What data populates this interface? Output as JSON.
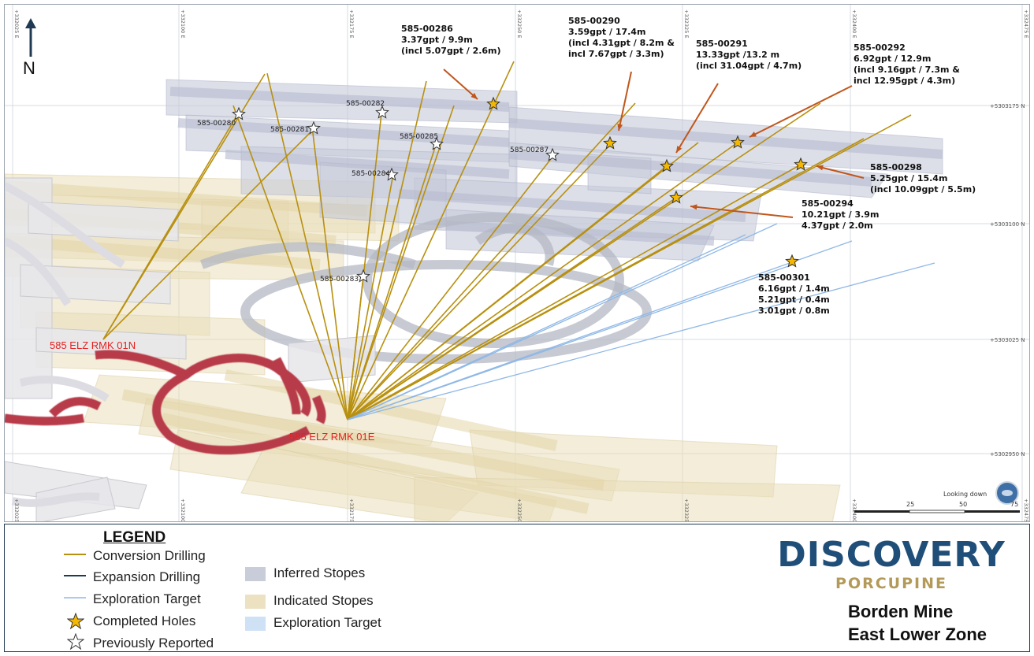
{
  "map": {
    "north_label": "N",
    "easting_labels": [
      "+332025 E",
      "+332100 E",
      "+332175 E",
      "+332250 E",
      "+332325 E",
      "+332400 E",
      "+332475 E"
    ],
    "northing_labels": [
      "+5303175 N",
      "+5303100 N",
      "+5303025 N",
      "+5302950 N"
    ],
    "ramps": [
      {
        "id": "rmk01n",
        "label": "585  ELZ RMK 01N"
      },
      {
        "id": "rmk01e",
        "label": "585  ELZ RMK 01E"
      }
    ],
    "previously_reported": [
      "585-00280",
      "585-00281",
      "585-00282",
      "585-00283",
      "585-00284",
      "585-00285",
      "585-00287"
    ],
    "completed_holes": [
      {
        "id": "585-00286",
        "lines": [
          "585-00286",
          "3.37gpt / 9.9m",
          "(incl 5.07gpt / 2.6m)"
        ]
      },
      {
        "id": "585-00290",
        "lines": [
          "585-00290",
          "3.59gpt / 17.4m",
          "(incl 4.31gpt / 8.2m &",
          "incl 7.67gpt / 3.3m)"
        ]
      },
      {
        "id": "585-00291",
        "lines": [
          "585-00291",
          "13.33gpt /13.2 m",
          "(incl 31.04gpt / 4.7m)"
        ]
      },
      {
        "id": "585-00292",
        "lines": [
          "585-00292",
          "6.92gpt / 12.9m",
          "(incl 9.16gpt / 7.3m &",
          "incl 12.95gpt / 4.3m)"
        ]
      },
      {
        "id": "585-00298",
        "lines": [
          "585-00298",
          "5.25gpt / 15.4m",
          "(incl 10.09gpt / 5.5m)"
        ]
      },
      {
        "id": "585-00294",
        "lines": [
          "585-00294",
          "10.21gpt / 3.9m",
          "4.37gpt / 2.0m"
        ]
      },
      {
        "id": "585-00301",
        "lines": [
          "585-00301",
          "6.16gpt / 1.4m",
          "5.21gpt / 0.4m",
          "3.01gpt / 0.8m"
        ]
      }
    ],
    "view_label": "Looking down",
    "scale_labels": [
      "25",
      "50",
      "75"
    ]
  },
  "legend": {
    "title": "LEGEND",
    "lines": [
      {
        "label": "Conversion Drilling",
        "color": "#b8900f"
      },
      {
        "label": "Expansion Drilling",
        "color": "#1f3a52"
      },
      {
        "label": "Exploration Target",
        "color": "#8fb8e6"
      }
    ],
    "markers": [
      {
        "label": "Completed Holes",
        "fill": "#f5b800"
      },
      {
        "label": "Previously Reported",
        "fill": "#ffffff"
      }
    ],
    "areas": [
      {
        "label": "Inferred  Stopes",
        "color": "#c9ccd9"
      },
      {
        "label": "Indicated Stopes",
        "color": "#ece2c2"
      },
      {
        "label": "Exploration Target",
        "color": "#cfe1f5"
      }
    ]
  },
  "brand": {
    "name": "DISCOVERY",
    "sub": "PORCUPINE",
    "name_color": "#1f4e79",
    "accent_color": "#b39a58"
  },
  "mine_title": {
    "line1": "Borden Mine",
    "line2": "East Lower Zone"
  }
}
